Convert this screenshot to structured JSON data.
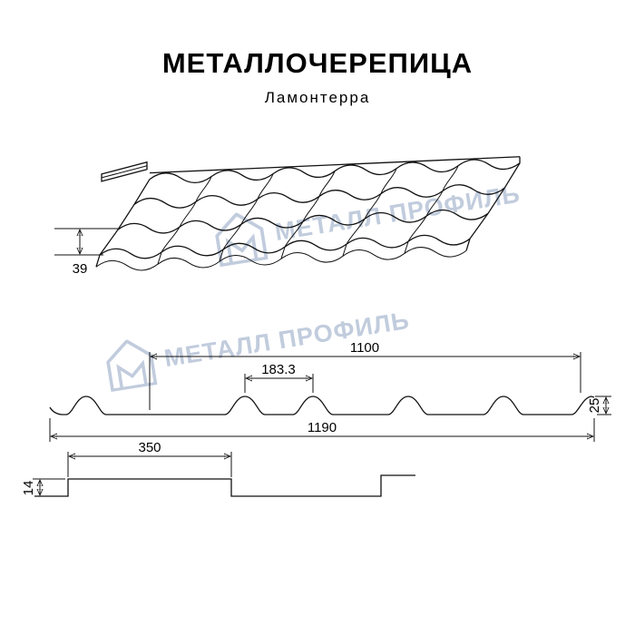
{
  "header": {
    "title": "МЕТАЛЛОЧЕРЕПИЦА",
    "subtitle": "Ламонтерра"
  },
  "watermark": {
    "text": "МЕТАЛЛ ПРОФИЛЬ",
    "color": "#b7c4d8"
  },
  "dims": {
    "roof_step": "39",
    "working_width": "1100",
    "wave_step": "183.3",
    "profile_height": "25",
    "total_width": "1190",
    "overlap_length": "350",
    "overlap_height": "14"
  }
}
